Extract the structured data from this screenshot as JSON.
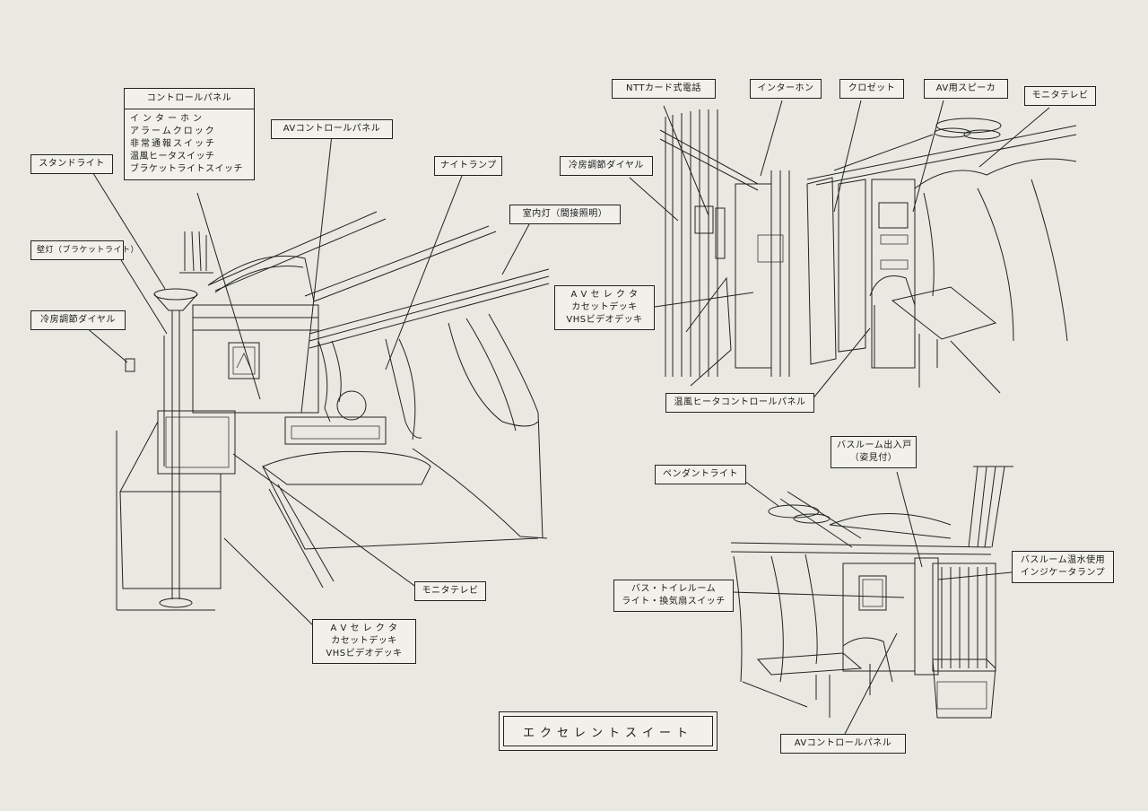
{
  "title": "エクセレントスイート",
  "views": {
    "main_room": {
      "labels": {
        "control_panel": {
          "header": "コントロールパネル",
          "items": [
            "インターホン",
            "アラームクロック",
            "非常通報スイッチ",
            "温風ヒータスイッチ",
            "ブラケットライトスイッチ"
          ]
        },
        "av_control_panel": "AVコントロールパネル",
        "stand_light": "スタンドライト",
        "night_lamp": "ナイトランプ",
        "room_light": "室内灯（間接照明）",
        "wall_light": "壁灯（ブラケットライト）",
        "cooling_dial": "冷房調節ダイヤル",
        "monitor_tv": "モニタテレビ",
        "av_equipment": [
          "A V セ レ ク タ",
          "カセットデッキ",
          "VHSビデオデッキ"
        ]
      }
    },
    "upper_right": {
      "labels": {
        "ntt_phone": "NTTカード式電話",
        "intercom": "インターホン",
        "closet": "クロゼット",
        "av_speaker": "AV用スピーカ",
        "monitor_tv": "モニタテレビ",
        "cooling_dial": "冷房調節ダイヤル",
        "av_equipment": [
          "A V セ レ ク タ",
          "カセットデッキ",
          "VHSビデオデッキ"
        ],
        "heater_panel": "温風ヒータコントロールパネル"
      }
    },
    "lower_right": {
      "labels": {
        "bathroom_door": [
          "バスルーム出入戸",
          "（姿見付）"
        ],
        "pendant_light": "ペンダントライト",
        "hot_water_lamp": [
          "バスルーム温水使用",
          "インジケータランプ"
        ],
        "bath_toilet_switch": [
          "バス・トイレルーム",
          "ライト・換気扇スイッチ"
        ],
        "av_control_panel": "AVコントロールパネル"
      }
    }
  }
}
